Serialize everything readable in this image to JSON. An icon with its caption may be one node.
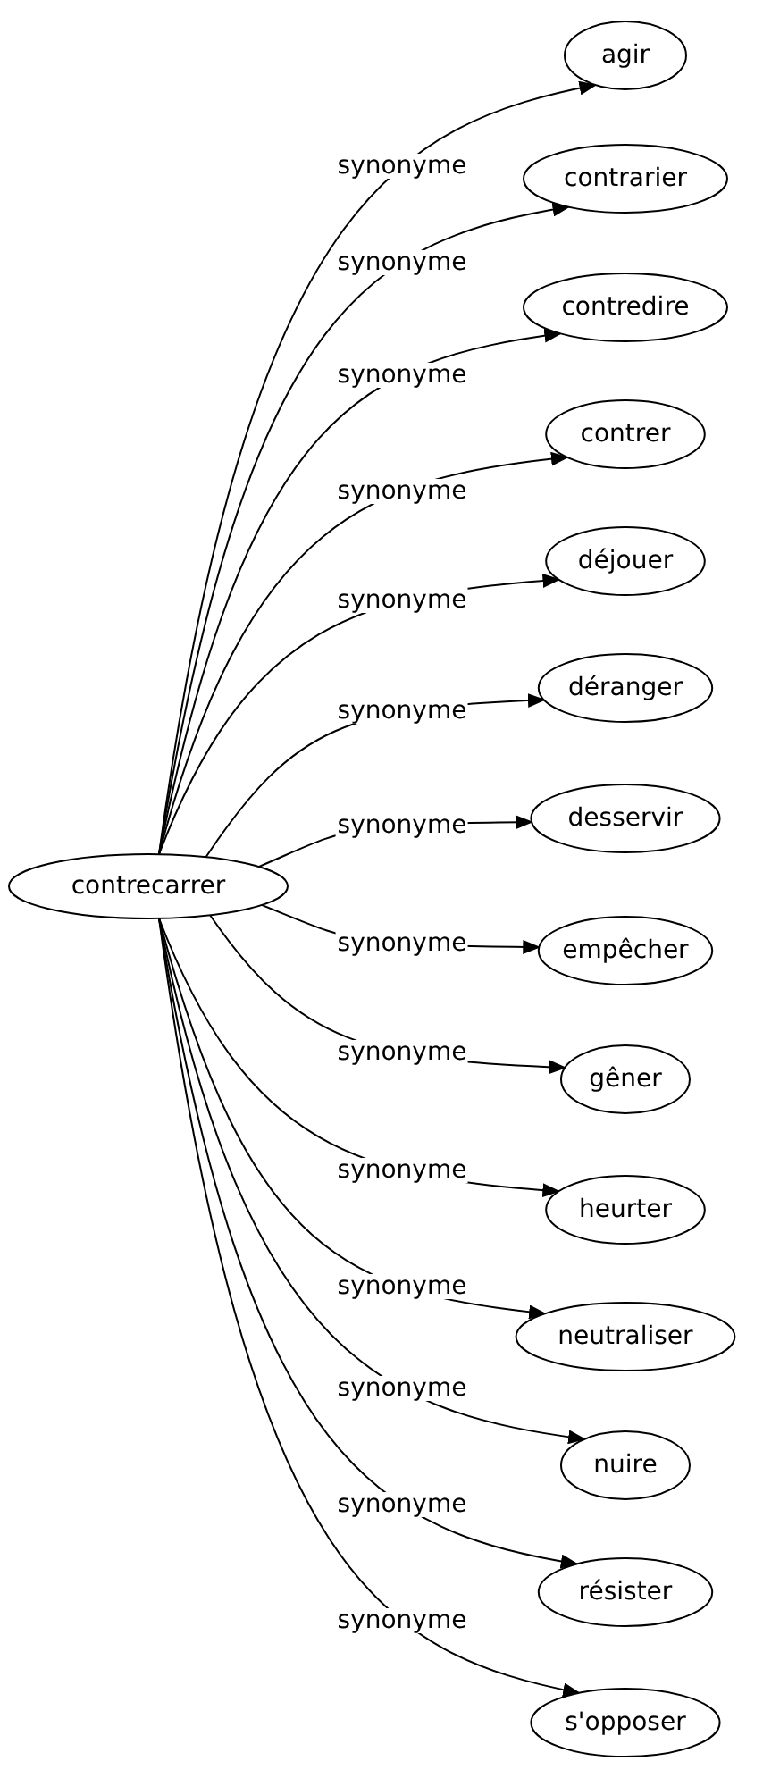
{
  "diagram": {
    "nodes": [
      {
        "text": [
          "contrecarrer"
        ]
      },
      {
        "text": [
          "agir"
        ]
      },
      {
        "text": [
          "contrarier"
        ]
      },
      {
        "text": [
          "contredire"
        ]
      },
      {
        "text": [
          "contrer"
        ]
      },
      {
        "text": [
          "déjouer"
        ]
      },
      {
        "text": [
          "déranger"
        ]
      },
      {
        "text": [
          "desservir"
        ]
      },
      {
        "text": [
          "empêcher"
        ]
      },
      {
        "text": [
          "gêner"
        ]
      },
      {
        "text": [
          "heurter"
        ]
      },
      {
        "text": [
          "neutraliser"
        ]
      },
      {
        "text": [
          "nuire"
        ]
      },
      {
        "text": [
          "résister"
        ]
      },
      {
        "text": [
          "s'opposer"
        ]
      }
    ],
    "edges": [
      {
        "from": 0,
        "to": 1,
        "arrow": "to",
        "label": "synonyme"
      },
      {
        "from": 0,
        "to": 2,
        "arrow": "to",
        "label": "synonyme"
      },
      {
        "from": 0,
        "to": 3,
        "arrow": "to",
        "label": "synonyme"
      },
      {
        "from": 0,
        "to": 4,
        "arrow": "to",
        "label": "synonyme"
      },
      {
        "from": 0,
        "to": 5,
        "arrow": "to",
        "label": "synonyme"
      },
      {
        "from": 0,
        "to": 6,
        "arrow": "to",
        "label": "synonyme"
      },
      {
        "from": 0,
        "to": 7,
        "arrow": "to",
        "label": "synonyme"
      },
      {
        "from": 0,
        "to": 8,
        "arrow": "to",
        "label": "synonyme"
      },
      {
        "from": 0,
        "to": 9,
        "arrow": "to",
        "label": "synonyme"
      },
      {
        "from": 0,
        "to": 10,
        "arrow": "to",
        "label": "synonyme"
      },
      {
        "from": 0,
        "to": 11,
        "arrow": "to",
        "label": "synonyme"
      },
      {
        "from": 0,
        "to": 12,
        "arrow": "to",
        "label": "synonyme"
      },
      {
        "from": 0,
        "to": 13,
        "arrow": "to",
        "label": "synonyme"
      },
      {
        "from": 0,
        "to": 14,
        "arrow": "to",
        "label": "synonyme"
      }
    ]
  }
}
